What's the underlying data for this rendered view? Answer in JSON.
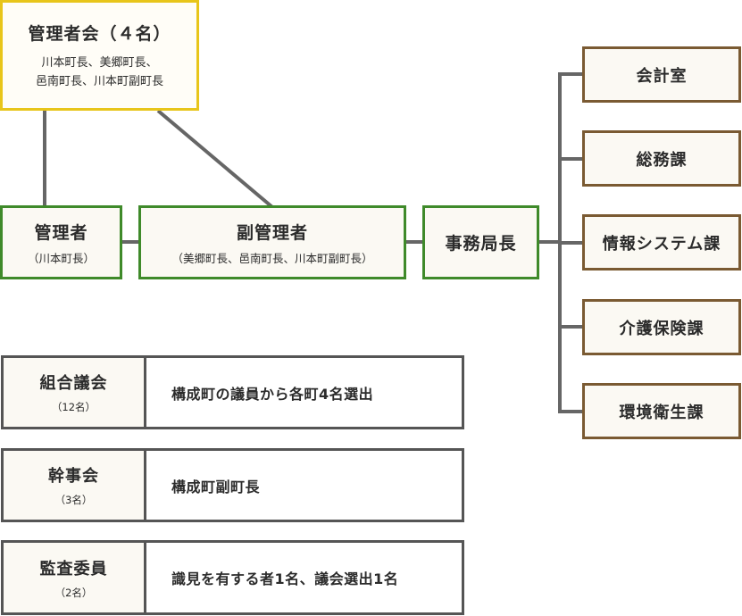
{
  "top": {
    "title": "管理者会（４名）",
    "members_line1": "川本町長、美郷町長、",
    "members_line2": "邑南町長、川本町副町長"
  },
  "manager": {
    "title": "管理者",
    "sub": "（川本町長）"
  },
  "vice_manager": {
    "title": "副管理者",
    "sub": "（美郷町長、邑南町長、川本町副町長）"
  },
  "director": {
    "title": "事務局長"
  },
  "departments": [
    "会計室",
    "総務課",
    "情報システム課",
    "介護保険課",
    "環境衛生課"
  ],
  "councils": [
    {
      "name": "組合議会",
      "count": "（12名）",
      "desc": "構成町の議員から各町4名選出"
    },
    {
      "name": "幹事会",
      "count": "（3名）",
      "desc": "構成町副町長"
    },
    {
      "name": "監査委員",
      "count": "（2名）",
      "desc": "識見を有する者1名、議会選出1名"
    }
  ],
  "colors": {
    "green_border": "#3f8a2a",
    "yellow_border": "#e8c51a",
    "brown_border": "#7a5a32",
    "connector": "#666666",
    "box_fill": "#fbf9f3"
  }
}
